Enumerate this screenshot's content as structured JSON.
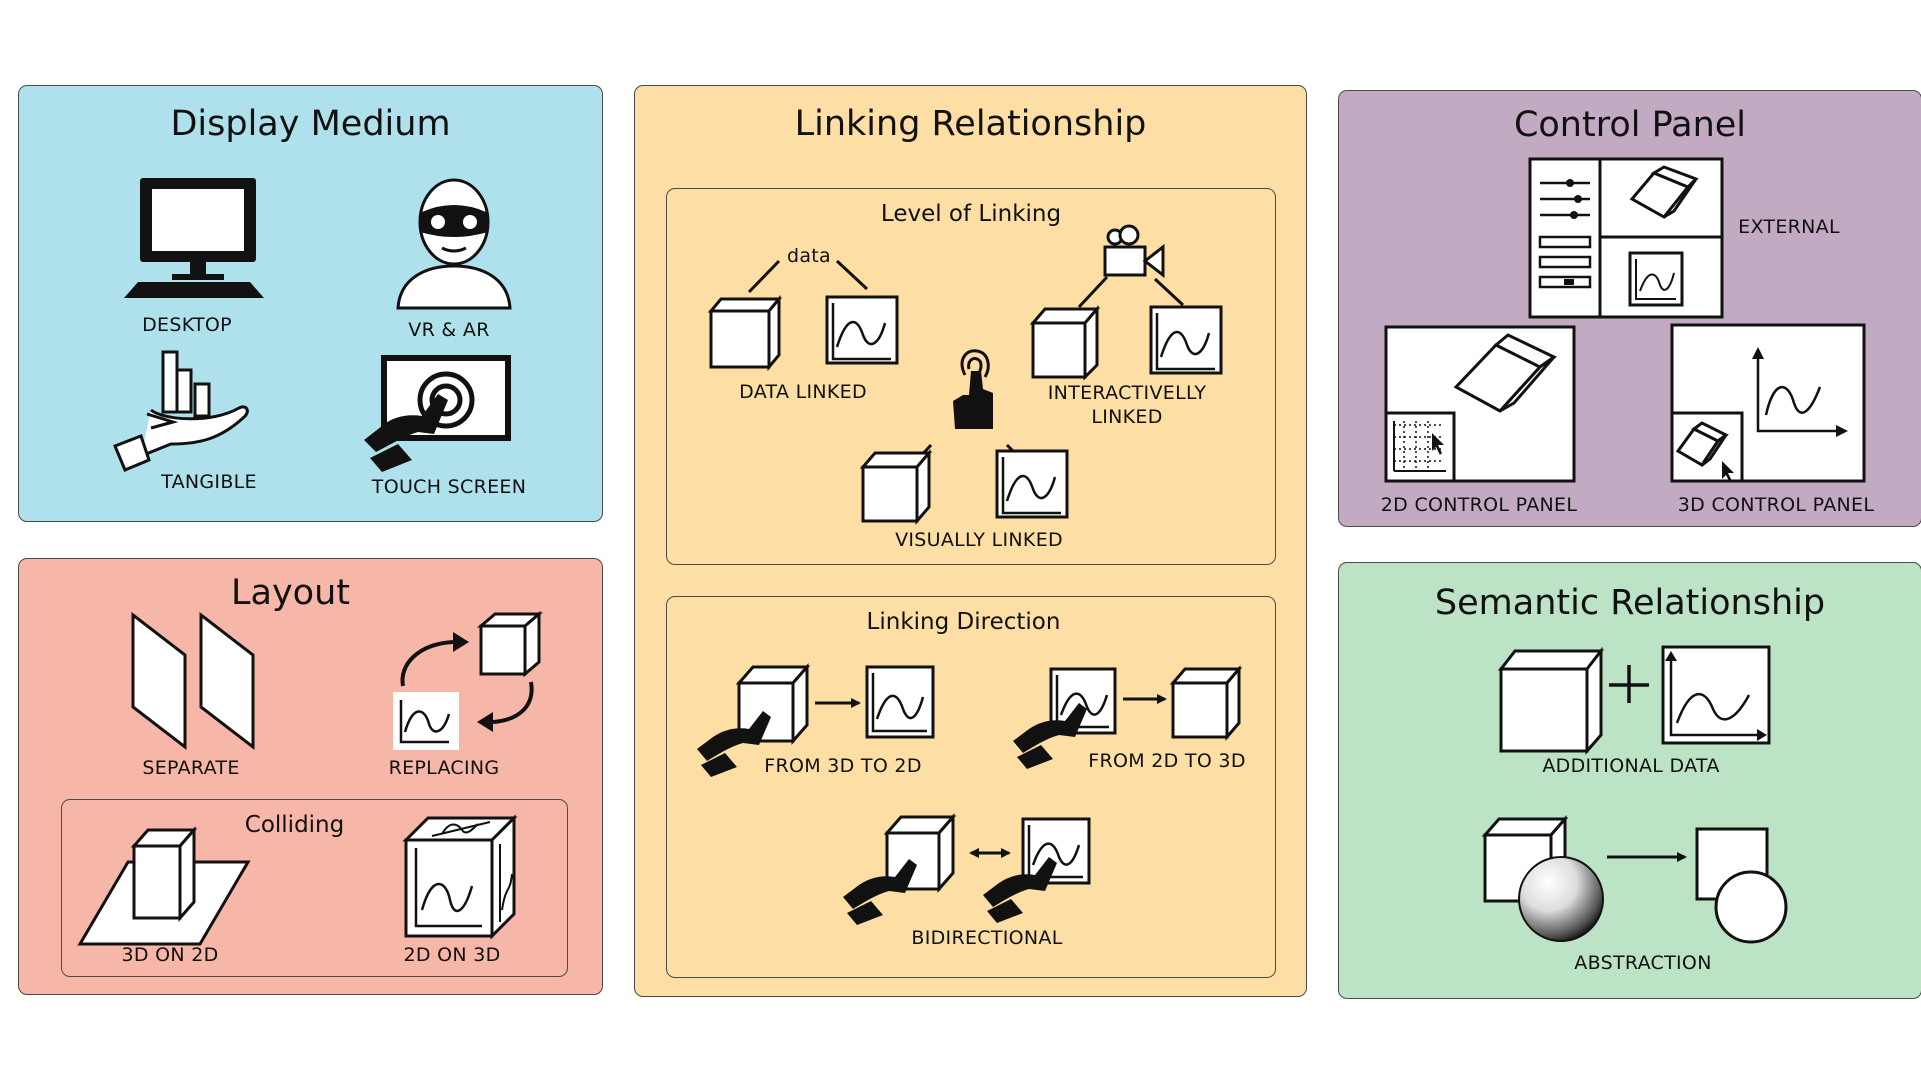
{
  "colors": {
    "display_medium": "#aee1ec",
    "layout": "#f6b7a8",
    "linking_relationship": "#fddea4",
    "control_panel": "#c3aac3",
    "semantic_relationship": "#bde3c6",
    "outline": "#4a4a4a"
  },
  "display_medium": {
    "title": "Display Medium",
    "items": [
      {
        "label": "DESKTOP",
        "icon": "desktop-monitor-icon"
      },
      {
        "label": "VR & AR",
        "icon": "vr-headset-person-icon"
      },
      {
        "label": "TANGIBLE",
        "icon": "hand-holding-bars-icon"
      },
      {
        "label": "TOUCH SCREEN",
        "icon": "touch-screen-icon"
      }
    ]
  },
  "layout": {
    "title": "Layout",
    "separate_label": "SEPARATE",
    "replacing_label": "REPLACING",
    "colliding": {
      "title": "Colliding",
      "items": [
        {
          "label": "3D ON 2D",
          "icon": "cube-on-plane-icon"
        },
        {
          "label": "2D ON 3D",
          "icon": "charts-on-cube-icon"
        }
      ]
    }
  },
  "linking_relationship": {
    "title": "Linking Relationship",
    "level_of_linking": {
      "title": "Level of Linking",
      "data_word": "data",
      "data_linked": "DATA LINKED",
      "interactively_linked": "INTERACTIVELLY LINKED",
      "visually_linked": "VISUALLY LINKED"
    },
    "linking_direction": {
      "title": "Linking Direction",
      "from_3d_to_2d": "FROM 3D TO 2D",
      "from_2d_to_3d": "FROM 2D TO 3D",
      "bidirectional": "BIDIRECTIONAL"
    }
  },
  "control_panel": {
    "title": "Control Panel",
    "external": "EXTERNAL",
    "panel_2d": "2D CONTROL PANEL",
    "panel_3d": "3D CONTROL PANEL"
  },
  "semantic_relationship": {
    "title": "Semantic Relationship",
    "additional_data": "ADDITIONAL DATA",
    "abstraction": "ABSTRACTION"
  }
}
